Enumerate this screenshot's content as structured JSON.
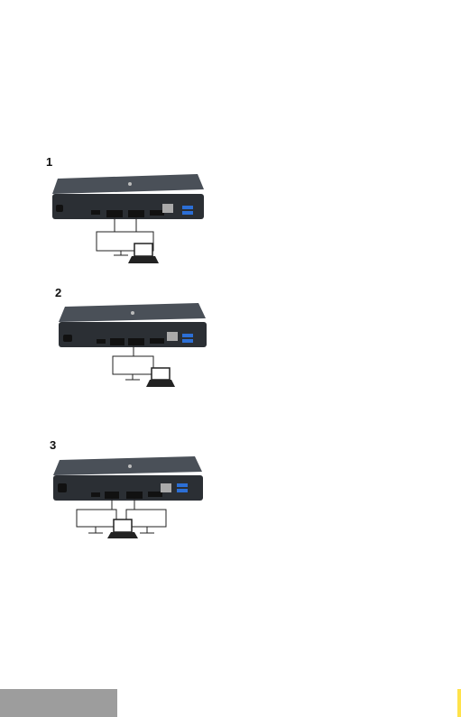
{
  "figures": [
    {
      "number": "1"
    },
    {
      "number": "2"
    },
    {
      "number": "3"
    }
  ],
  "colors": {
    "dock_body": "#3a3f45",
    "dock_front": "#2a2d31",
    "usb_blue": "#2c6fd6",
    "footer_bar": "#9d9d9d",
    "corner_accent": "#ffe24a"
  },
  "icons": [
    "docking-station",
    "laptop",
    "monitor-stand",
    "cable"
  ]
}
